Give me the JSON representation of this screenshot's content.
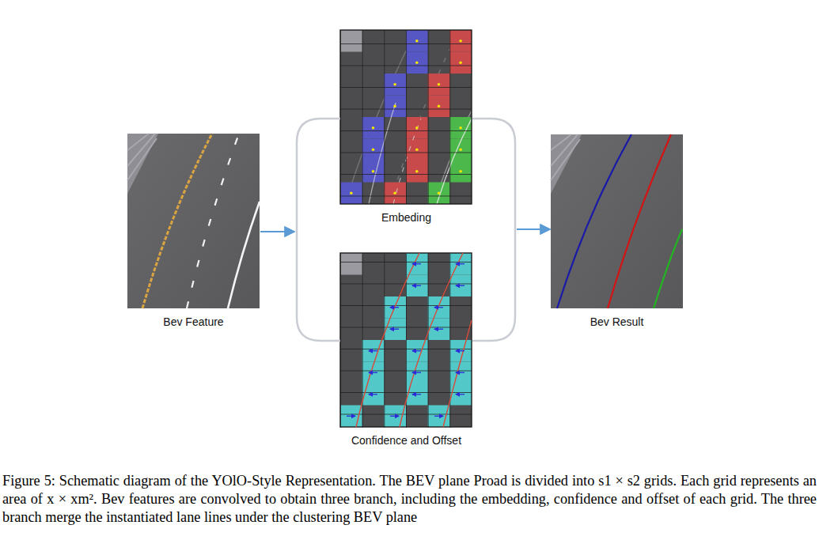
{
  "diagram": {
    "caption": "Figure 5: Schematic diagram of the YOlO-Style Representation. The BEV plane Proad is divided into s1 × s2 grids. Each grid represents an area of x × xm². Bev features are convolved to obtain three branch, including the embedding, confidence and offset of each grid. The three branch merge the instantiated lane lines under the clustering BEV plane",
    "nodes": [
      {
        "text": [
          "Bev Feature"
        ]
      },
      {
        "text": [
          "Embeding"
        ]
      },
      {
        "text": [
          "Confidence and Offset"
        ]
      },
      {
        "text": [
          "Bev Result"
        ]
      }
    ],
    "edges": [
      {
        "from": 0,
        "to": 1,
        "arrow": "to"
      },
      {
        "from": 0,
        "to": 2,
        "arrow": "to"
      },
      {
        "from": 1,
        "to": 3,
        "arrow": "to"
      },
      {
        "from": 2,
        "to": 3,
        "arrow": "to"
      }
    ]
  }
}
